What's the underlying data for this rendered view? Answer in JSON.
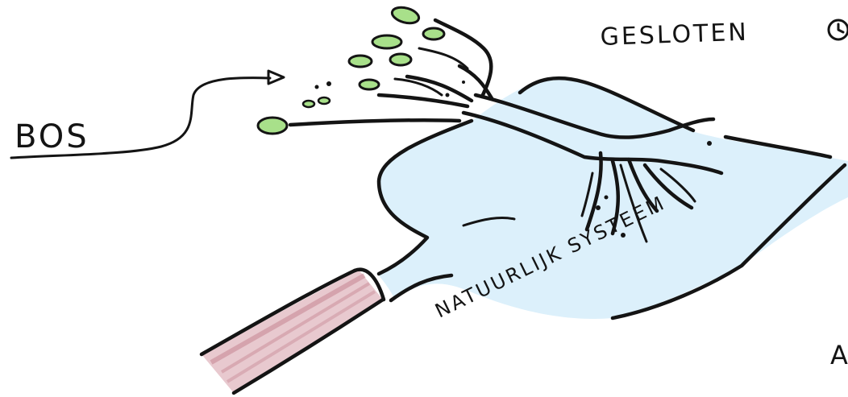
{
  "labels": {
    "bos": "BOS",
    "gesloten": "GESLOTEN",
    "natuurlijk_systeem": "NATUURLIJK SYSTEEM",
    "cut_edge_letter": "A"
  },
  "colors": {
    "water": "#dcf0fb",
    "leaf": "#a8e08a",
    "pipe": "#e8c9cf",
    "pipe_stripe": "#c98b97",
    "ink": "#141414"
  },
  "icons": {
    "cut_symbol": "clock-icon"
  }
}
